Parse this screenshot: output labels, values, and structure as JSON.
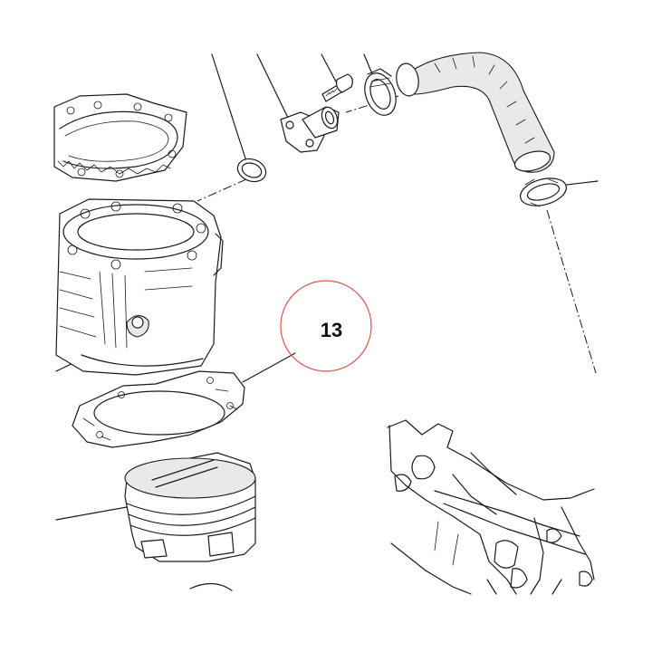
{
  "diagram": {
    "callout": {
      "label": "13",
      "circle_color": "#d9534f"
    },
    "line_color": "#1a1a1a",
    "parts": [
      {
        "name": "cylinder-head-gasket"
      },
      {
        "name": "cylinder"
      },
      {
        "name": "base-gasket"
      },
      {
        "name": "piston"
      },
      {
        "name": "o-ring"
      },
      {
        "name": "water-union"
      },
      {
        "name": "bolt"
      },
      {
        "name": "hose-clamp"
      },
      {
        "name": "coolant-hose"
      },
      {
        "name": "frame"
      }
    ]
  }
}
